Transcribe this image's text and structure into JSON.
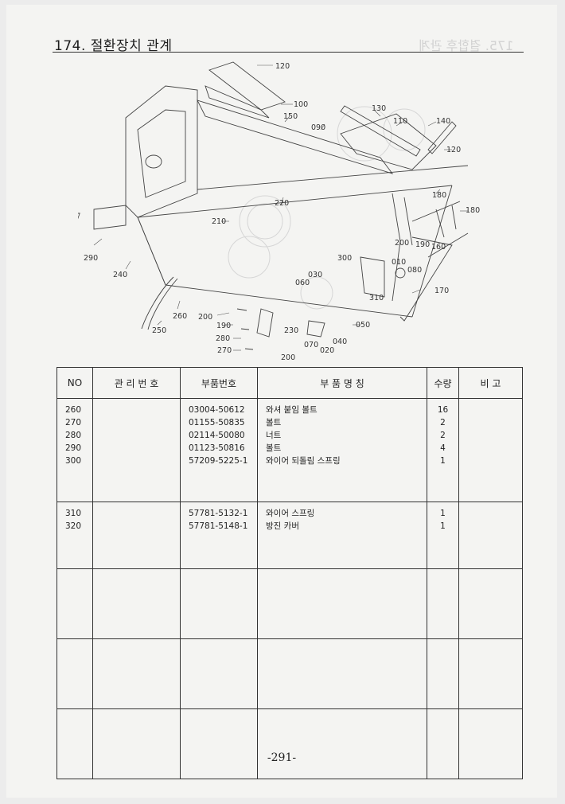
{
  "section_title": "174. 절환장치 관계",
  "ghost_title": "175. 결합후 관계",
  "diagram": {
    "callouts": [
      "120",
      "100",
      "130",
      "110",
      "140",
      "150",
      "090",
      "120",
      "180",
      "180",
      "220",
      "210",
      "200",
      "190",
      "160",
      "300",
      "010",
      "080",
      "170",
      "030",
      "060",
      "310",
      "290",
      "240",
      "260",
      "250",
      "200",
      "190",
      "230",
      "050",
      "280",
      "040",
      "070",
      "020",
      "270",
      "200"
    ]
  },
  "table": {
    "headers": {
      "no": "NO",
      "mgmt": "관 리 번 호",
      "part_no": "부품번호",
      "name": "부 품 명 칭",
      "qty": "수량",
      "remark": "비 고"
    },
    "groups": [
      {
        "rows": [
          {
            "no": "260",
            "mgmt": "",
            "part_no": "03004-50612",
            "name": "와셔 붙임 볼트",
            "qty": "16",
            "remark": ""
          },
          {
            "no": "270",
            "mgmt": "",
            "part_no": "01155-50835",
            "name": "볼트",
            "qty": "2",
            "remark": ""
          },
          {
            "no": "280",
            "mgmt": "",
            "part_no": "02114-50080",
            "name": "너트",
            "qty": "2",
            "remark": ""
          },
          {
            "no": "290",
            "mgmt": "",
            "part_no": "01123-50816",
            "name": "볼트",
            "qty": "4",
            "remark": ""
          },
          {
            "no": "300",
            "mgmt": "",
            "part_no": "57209-5225-1",
            "name": "와이어 되돌림 스프링",
            "qty": "1",
            "remark": ""
          }
        ]
      },
      {
        "rows": [
          {
            "no": "310",
            "mgmt": "",
            "part_no": "57781-5132-1",
            "name": "와이어 스프링",
            "qty": "1",
            "remark": ""
          },
          {
            "no": "320",
            "mgmt": "",
            "part_no": "57781-5148-1",
            "name": "방진 카버",
            "qty": "1",
            "remark": ""
          }
        ]
      },
      {
        "rows": []
      },
      {
        "rows": []
      },
      {
        "rows": []
      }
    ]
  },
  "page_number": "-291-",
  "colors": {
    "paper": "#f4f4f2",
    "ink": "#222222",
    "ghost": "#d2d2d2"
  }
}
